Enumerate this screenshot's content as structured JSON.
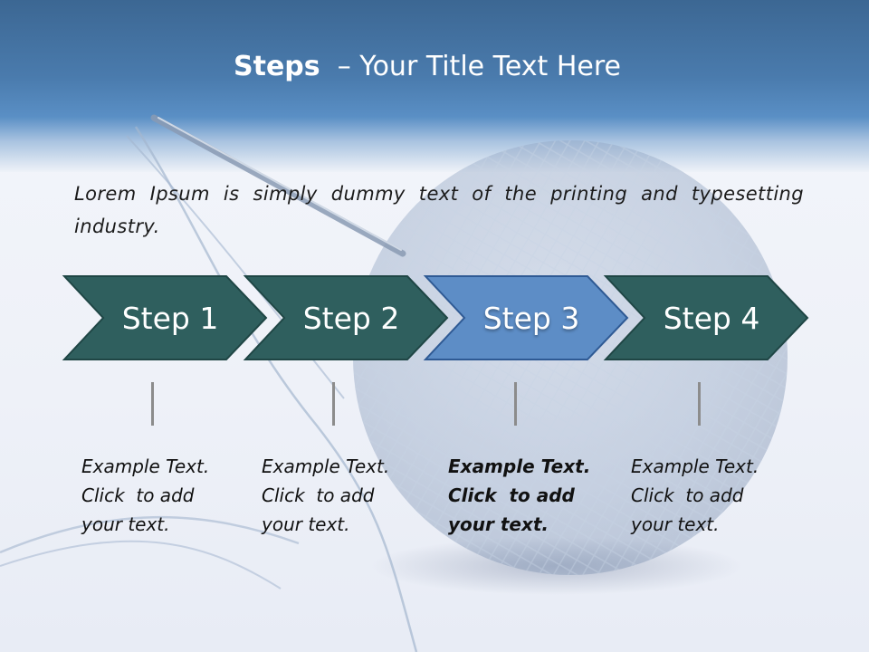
{
  "title": {
    "bold": "Steps",
    "rest": "  – Your Title Text Here"
  },
  "intro": "Lorem Ipsum is simply dummy text of the printing and typesetting industry.",
  "steps": [
    {
      "label": "Step 1",
      "text": [
        "Example Text.",
        "Click  to add",
        "your text."
      ]
    },
    {
      "label": "Step 2",
      "text": [
        "Example Text.",
        "Click  to add",
        "your text."
      ]
    },
    {
      "label": "Step 3",
      "text": [
        "Example Text.",
        "Click  to add",
        "your text."
      ]
    },
    {
      "label": "Step 4",
      "text": [
        "Example Text.",
        "Click  to add",
        "your text."
      ]
    }
  ],
  "active_step": 3,
  "colors": {
    "chevron": "#2f5f5e",
    "chevron_active": "#5d8dc6",
    "header": "#4a7bad"
  }
}
